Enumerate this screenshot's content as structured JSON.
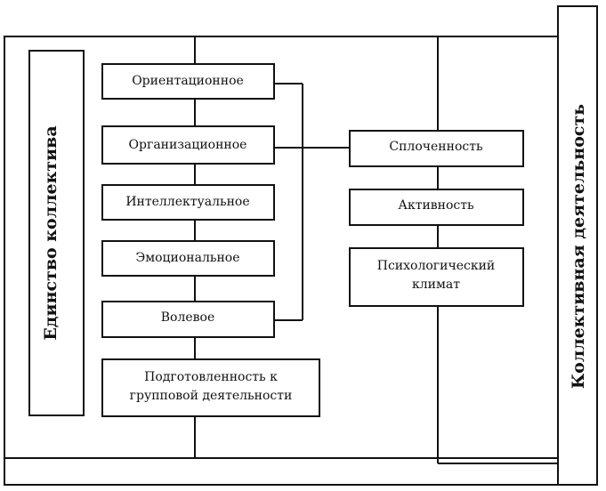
{
  "diagram": {
    "left_label": "Единство коллектива",
    "right_label": "Коллективная деятельность",
    "unity_aspects": [
      {
        "id": "orientational",
        "label": "Ориентационное"
      },
      {
        "id": "organizational",
        "label": "Организационное"
      },
      {
        "id": "intellectual",
        "label": "Интеллектуальное"
      },
      {
        "id": "emotional",
        "label": "Эмоциональное"
      },
      {
        "id": "volitional",
        "label": "Волевое"
      },
      {
        "id": "readiness",
        "lines": [
          "Подготовленность к",
          "групповой деятельности"
        ]
      }
    ],
    "activity_aspects": [
      {
        "id": "cohesion",
        "label": "Сплоченность"
      },
      {
        "id": "activity",
        "label": "Активность"
      },
      {
        "id": "climate",
        "lines": [
          "Психологический",
          "климат"
        ]
      }
    ]
  }
}
